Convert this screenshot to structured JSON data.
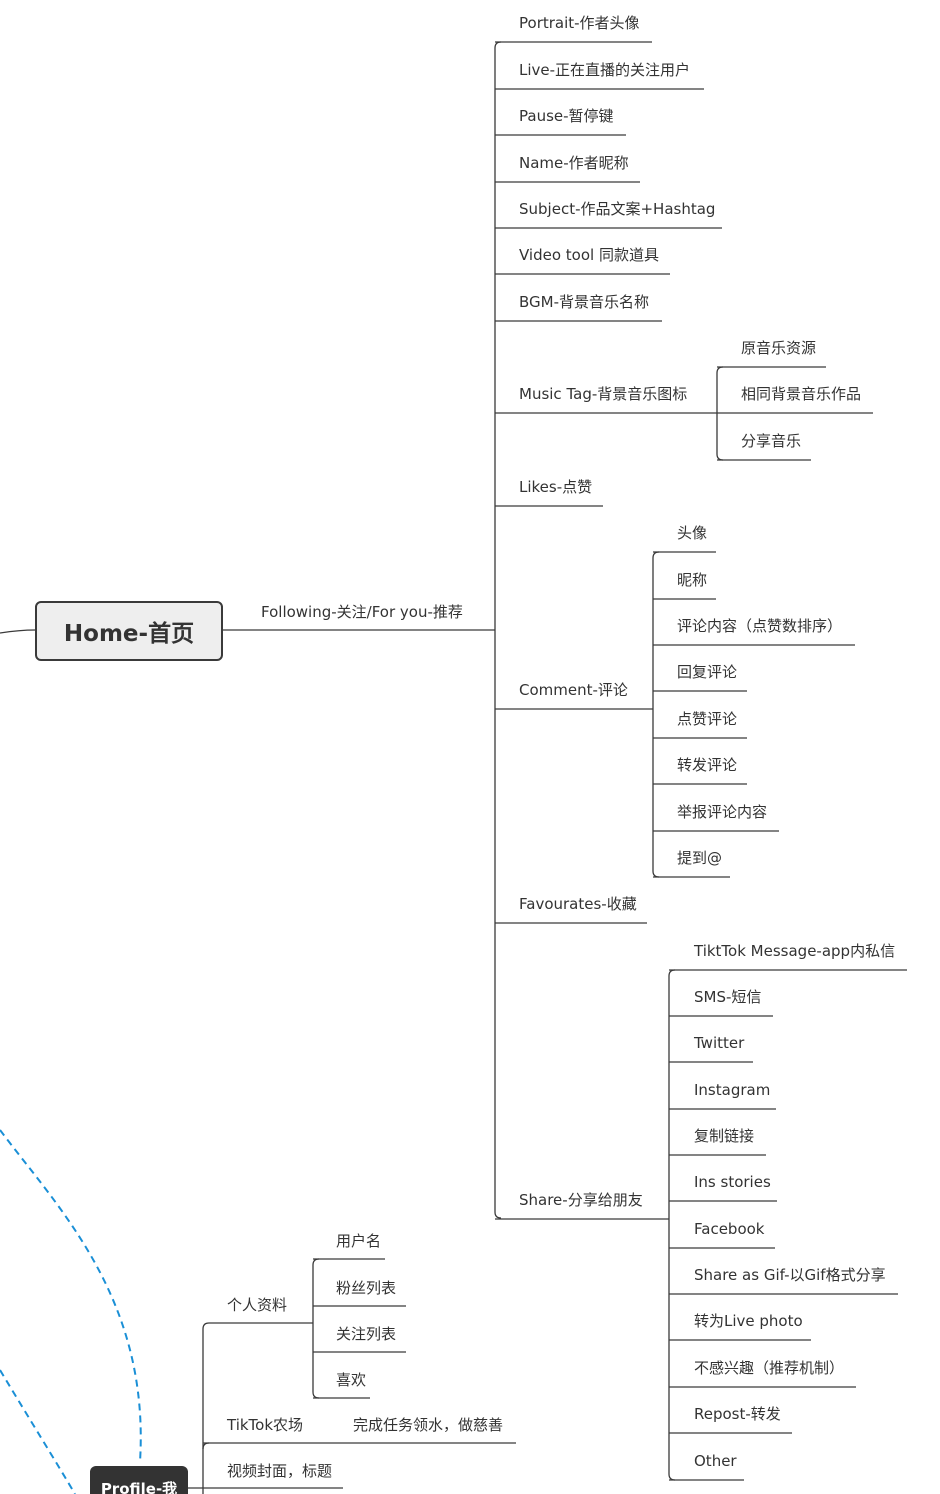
{
  "root": {
    "label": "Home-首页"
  },
  "branch": {
    "label": "Following-关注/For you-推荐"
  },
  "items": [
    {
      "label": "Portrait-作者头像"
    },
    {
      "label": "Live-正在直播的关注用户"
    },
    {
      "label": "Pause-暂停键"
    },
    {
      "label": "Name-作者昵称"
    },
    {
      "label": "Subject-作品文案+Hashtag"
    },
    {
      "label": "Video tool 同款道具"
    },
    {
      "label": "BGM-背景音乐名称"
    },
    {
      "label": "Music Tag-背景音乐图标",
      "children": [
        "原音乐资源",
        "相同背景音乐作品",
        "分享音乐"
      ]
    },
    {
      "label": "Likes-点赞"
    },
    {
      "label": "Comment-评论",
      "children": [
        "头像",
        "昵称",
        "评论内容（点赞数排序）",
        "回复评论",
        "点赞评论",
        "转发评论",
        "举报评论内容",
        "提到@"
      ]
    },
    {
      "label": "Favourates-收藏"
    },
    {
      "label": "Share-分享给朋友",
      "children": [
        "TiktTok Message-app内私信",
        "SMS-短信",
        "Twitter",
        "Instagram",
        "复制链接",
        "Ins stories",
        "Facebook",
        "Share as Gif-以Gif格式分享",
        "转为Live photo",
        "不感兴趣（推荐机制）",
        "Repost-转发",
        "Other"
      ]
    }
  ],
  "profile": {
    "label": "Profile-我",
    "items": [
      {
        "label": "个人资料",
        "children": [
          "用户名",
          "粉丝列表",
          "关注列表",
          "喜欢"
        ]
      },
      {
        "label": "TikTok农场",
        "children": [
          "完成任务领水，做慈善"
        ]
      },
      {
        "label": "视频封面，标题"
      }
    ]
  },
  "colors": {
    "line": "#3a3a3a",
    "dashed": "#1a8fd6",
    "profile_bg": "#333333"
  }
}
